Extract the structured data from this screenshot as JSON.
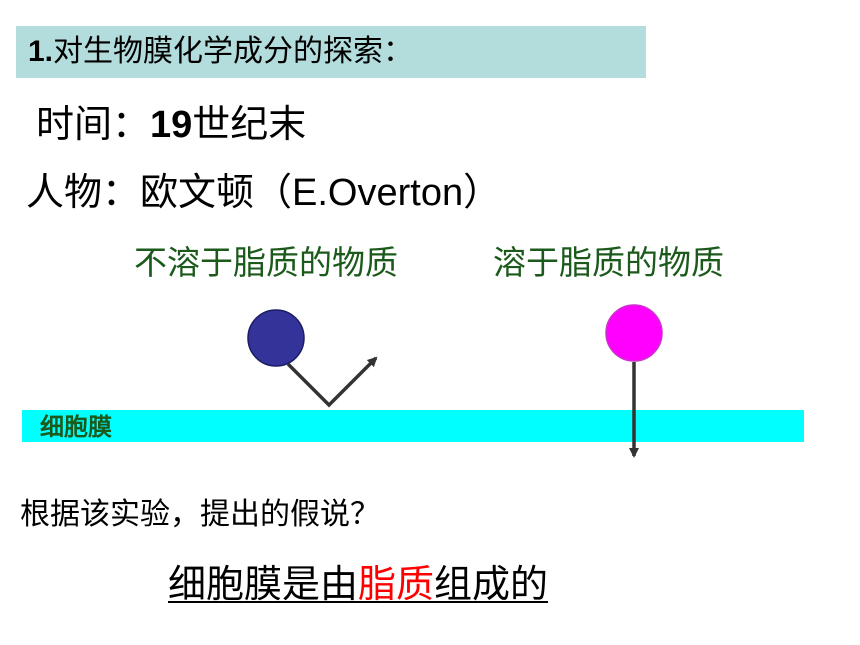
{
  "title": {
    "number": "1.",
    "text": "对生物膜化学成分的探索："
  },
  "time": {
    "label": "时间：",
    "year": "19",
    "suffix": "世纪末"
  },
  "person": {
    "label": "人物：",
    "name": "欧文顿",
    "latin": "（E.Overton）"
  },
  "substances": {
    "insoluble": "不溶于脂质的物质",
    "soluble": "溶于脂质的物质"
  },
  "membrane": {
    "label": "细胞膜"
  },
  "question": "根据该实验，提出的假说？",
  "conclusion": {
    "before": "细胞膜是由",
    "highlight": "脂质",
    "after": "组成的"
  },
  "colors": {
    "title_bar": "#b3dcdc",
    "membrane": "#00ffff",
    "insoluble_ball": "#333399",
    "soluble_ball": "#ff00ff",
    "green_text": "#1c5a1c",
    "highlight": "#ff0000"
  }
}
